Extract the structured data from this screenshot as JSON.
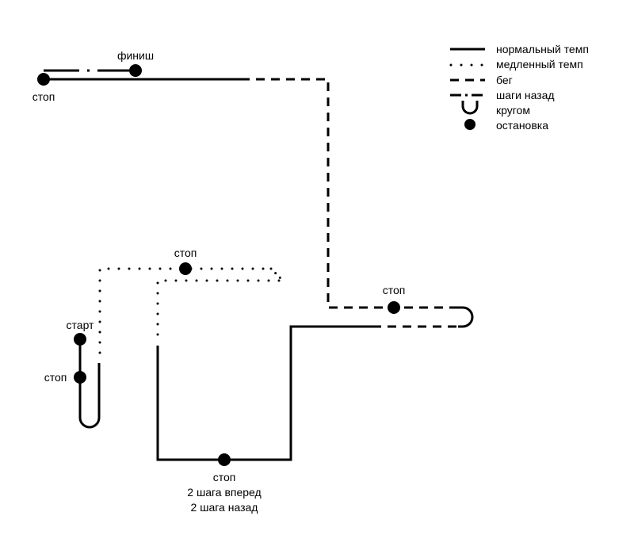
{
  "legend": {
    "items": [
      {
        "key": "normal",
        "label": "нормальный темп"
      },
      {
        "key": "slow",
        "label": "медленный темп"
      },
      {
        "key": "run",
        "label": "бег"
      },
      {
        "key": "back",
        "label": "шаги назад"
      },
      {
        "key": "turn",
        "label": "кругом"
      },
      {
        "key": "stop",
        "label": "остановка"
      }
    ]
  },
  "labels": {
    "finish": "финиш",
    "start": "старт",
    "stop": "стоп",
    "steps_forward": "2 шага вперед",
    "steps_back": "2 шага назад"
  },
  "colors": {
    "ink": "#000000",
    "background": "#ffffff"
  }
}
